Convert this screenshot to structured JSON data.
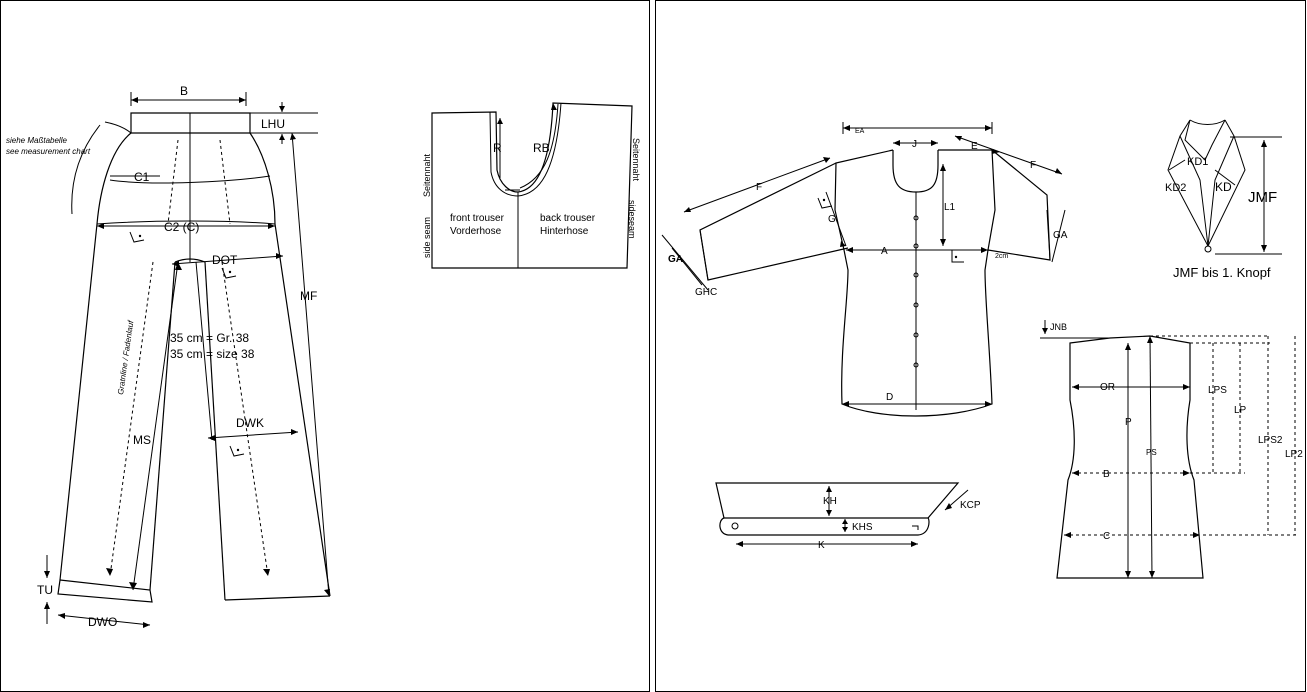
{
  "trousers": {
    "B": "B",
    "LHU": "LHU",
    "measure_note_de": "siehe Maßtabelle",
    "measure_note_en": "see measurement chart",
    "C1": "C1",
    "C2": "C2 (C)",
    "DOT": "DOT",
    "MF": "MF",
    "grainline": "Gratnline / Fadenlauf",
    "size_note_de": "35 cm = Gr. 38",
    "size_note_en": "35 cm = size 38",
    "MS": "MS",
    "DWK": "DWK",
    "TU": "TU",
    "DWO": "DWO"
  },
  "crotch": {
    "R": "R",
    "RB": "RB",
    "seitennaht_left": "Seitennaht",
    "sideseam_left": "side seam",
    "front_en": "front trouser",
    "front_de": "Vorderhose",
    "back_en": "back trouser",
    "back_de": "Hinterhose",
    "seitennaht_right": "Seitennaht",
    "sideseam_right": "sideseam"
  },
  "shirt": {
    "EA": "EA",
    "J": "J",
    "E": "E",
    "F_left": "F",
    "F_right": "F",
    "G": "G",
    "L1": "L1",
    "A": "A",
    "two_cm": "2cm",
    "GA_left": "GA",
    "GA_right": "GA",
    "GHC": "GHC",
    "D": "D"
  },
  "collar_view": {
    "KD1": "KD1",
    "KD2": "KD2",
    "KD": "KD",
    "JMF": "JMF",
    "JMF_note": "JMF bis 1. Knopf"
  },
  "collar_strip": {
    "KH": "KH",
    "KCP": "KCP",
    "KHS": "KHS",
    "K": "K"
  },
  "vest": {
    "JNB": "JNB",
    "OR": "OR",
    "LPS": "LPS",
    "LP": "LP",
    "LPS2": "LPS2",
    "LP2": "LP2",
    "P": "P",
    "PS": "PS",
    "B": "B",
    "C": "C"
  }
}
